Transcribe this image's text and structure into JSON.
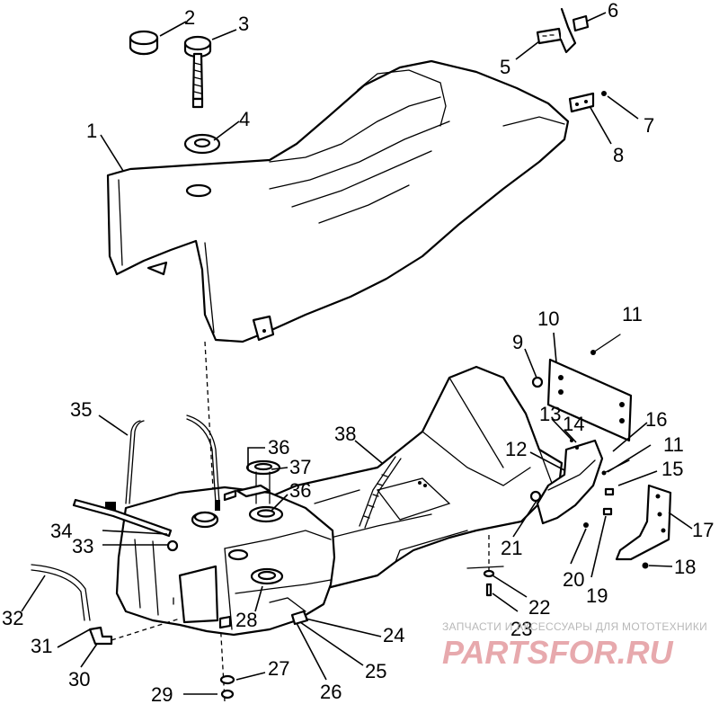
{
  "callouts": [
    "1",
    "2",
    "3",
    "4",
    "5",
    "6",
    "7",
    "8",
    "9",
    "10",
    "11",
    "11",
    "12",
    "13",
    "14",
    "15",
    "16",
    "17",
    "18",
    "19",
    "20",
    "21",
    "22",
    "23",
    "24",
    "25",
    "26",
    "27",
    "28",
    "29",
    "30",
    "31",
    "32",
    "33",
    "34",
    "35",
    "36",
    "36",
    "37",
    "38"
  ],
  "watermark": {
    "tagline": "ЗАПЧАСТИ И АКСЕССУАРЫ ДЛЯ МОТОТЕХНИКИ",
    "logo": "PARTSFOR.RU",
    "color": "#e7a9ad"
  }
}
